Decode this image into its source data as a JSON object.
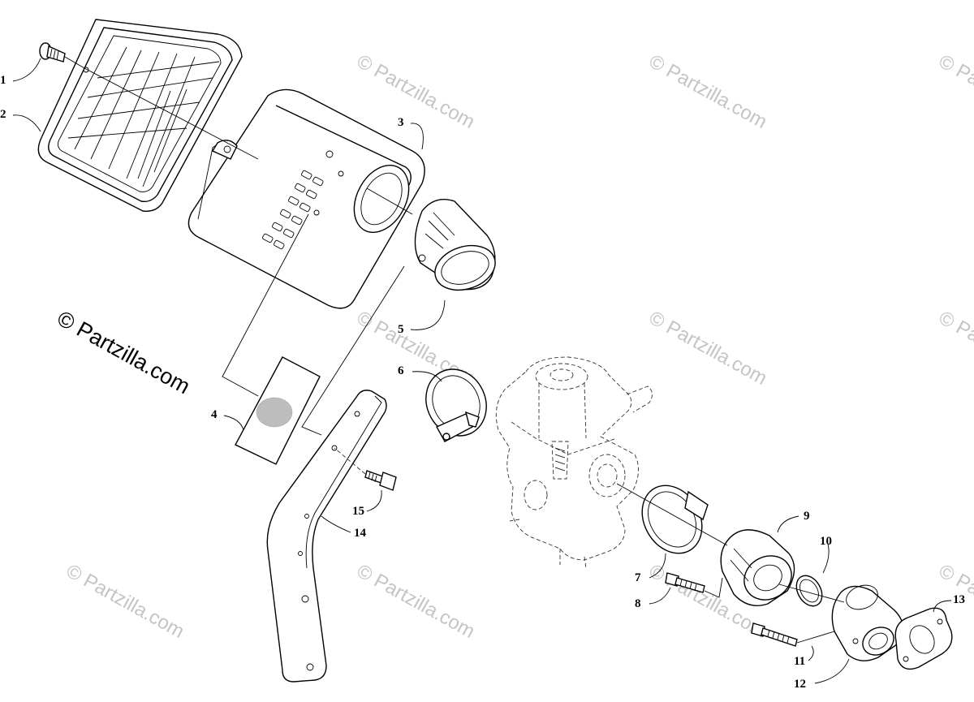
{
  "watermark": {
    "main": "© Partzilla.com",
    "faint": "© Partzilla.com"
  },
  "callouts": {
    "c1": "1",
    "c2": "2",
    "c3": "3",
    "c4": "4",
    "c5": "5",
    "c6": "6",
    "c7": "7",
    "c8": "8",
    "c9": "9",
    "c10": "10",
    "c11": "11",
    "c12": "12",
    "c13": "13",
    "c14": "14",
    "c15": "15"
  }
}
